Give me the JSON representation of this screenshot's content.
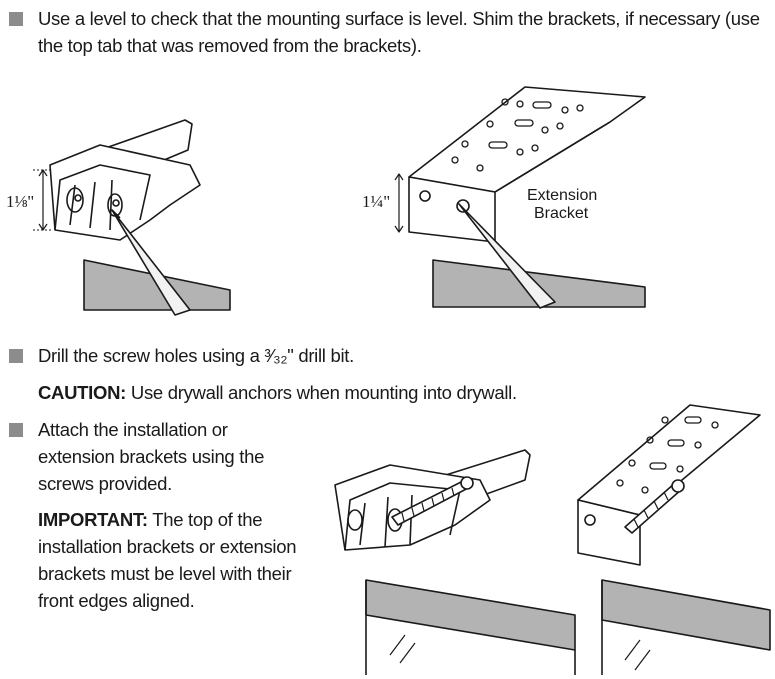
{
  "steps": [
    {
      "text": "Use a level to check that the mounting surface is level. Shim the brackets, if necessary (use the top tab that was removed from the brackets)."
    },
    {
      "text": "Drill the screw holes using a ³⁄₃₂\" drill bit."
    },
    {
      "text": "Attach the installation or extension brackets using the screws provided."
    }
  ],
  "caution": {
    "label": "CAUTION:",
    "text": "Use drywall anchors when mounting into drywall."
  },
  "important": {
    "label": "IMPORTANT:",
    "text": "The top of the installation brackets or extension brackets must be level with their front edges aligned."
  },
  "figures": {
    "installation_dim": "1⅛\"",
    "extension_dim": "1¼\"",
    "extension_label": [
      "Extension",
      "Bracket"
    ]
  },
  "colors": {
    "bullet": "#8c8c8c",
    "wall": "#b3b3b3",
    "line": "#1a1a1a"
  }
}
